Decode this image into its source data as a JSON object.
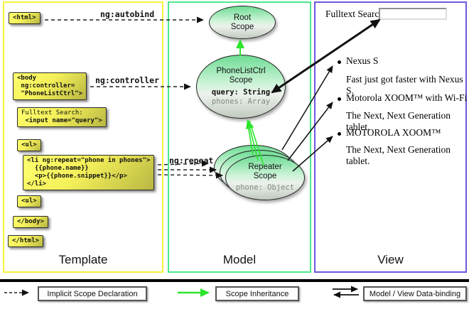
{
  "template": {
    "section_label": "Template",
    "boxes": {
      "html_open": "<html>",
      "body_open": [
        "<body",
        " ng:controller=",
        " \"PhoneListCtrl\">"
      ],
      "fulltext": [
        "Fulltext Search:",
        " <input name=\"query\">"
      ],
      "ul_open": "<ul>",
      "li_repeat": [
        "<li ng:repeat=\"phone in phones\">",
        "  {{phone.name}}",
        "  <p>{{phone.snippet}}</p>",
        "</li>"
      ],
      "ul_close": "<ul>",
      "body_close": "</body>",
      "html_close": "</html>"
    },
    "directives": {
      "autobind": "ng:autobind",
      "controller": "ng:controller",
      "repeat": "ng:repeat"
    }
  },
  "model": {
    "section_label": "Model",
    "root_scope": {
      "title": [
        "Root",
        "Scope"
      ]
    },
    "phonelist_scope": {
      "title": [
        "PhoneListCtrl",
        "Scope"
      ],
      "props": [
        {
          "text": "query: String",
          "emphasis": true
        },
        {
          "text": "phones: Array",
          "emphasis": false
        }
      ]
    },
    "repeater_scope": {
      "title": [
        "Repeater",
        "Scope"
      ],
      "props": [
        {
          "text": "phone: Object",
          "emphasis": false
        }
      ]
    }
  },
  "view": {
    "section_label": "View",
    "search_label": "Fulltext Search:",
    "search_value": "",
    "items": [
      {
        "name": "Nexus S",
        "snippet": "Fast just got faster with Nexus S."
      },
      {
        "name": "Motorola XOOM™ with Wi-Fi",
        "snippet": "The Next, Next Generation tablet."
      },
      {
        "name": "MOTOROLA XOOM™",
        "snippet": "The Next, Next Generation tablet."
      }
    ]
  },
  "legend": {
    "items": [
      {
        "label": "Implicit Scope Declaration",
        "arrow": "dashed-black-arrow"
      },
      {
        "label": "Scope Inheritance",
        "arrow": "green-arrow"
      },
      {
        "label": "Model / View Data-binding",
        "arrow": "double-black-arrow"
      }
    ]
  },
  "colors": {
    "template_border": "#f6f23a",
    "model_border": "#4ce98a",
    "view_border": "#6a5adf",
    "code_box_yellow": "#ffff6e",
    "scope_green": "#6edc94",
    "inheritance_green": "#2ce52c"
  }
}
